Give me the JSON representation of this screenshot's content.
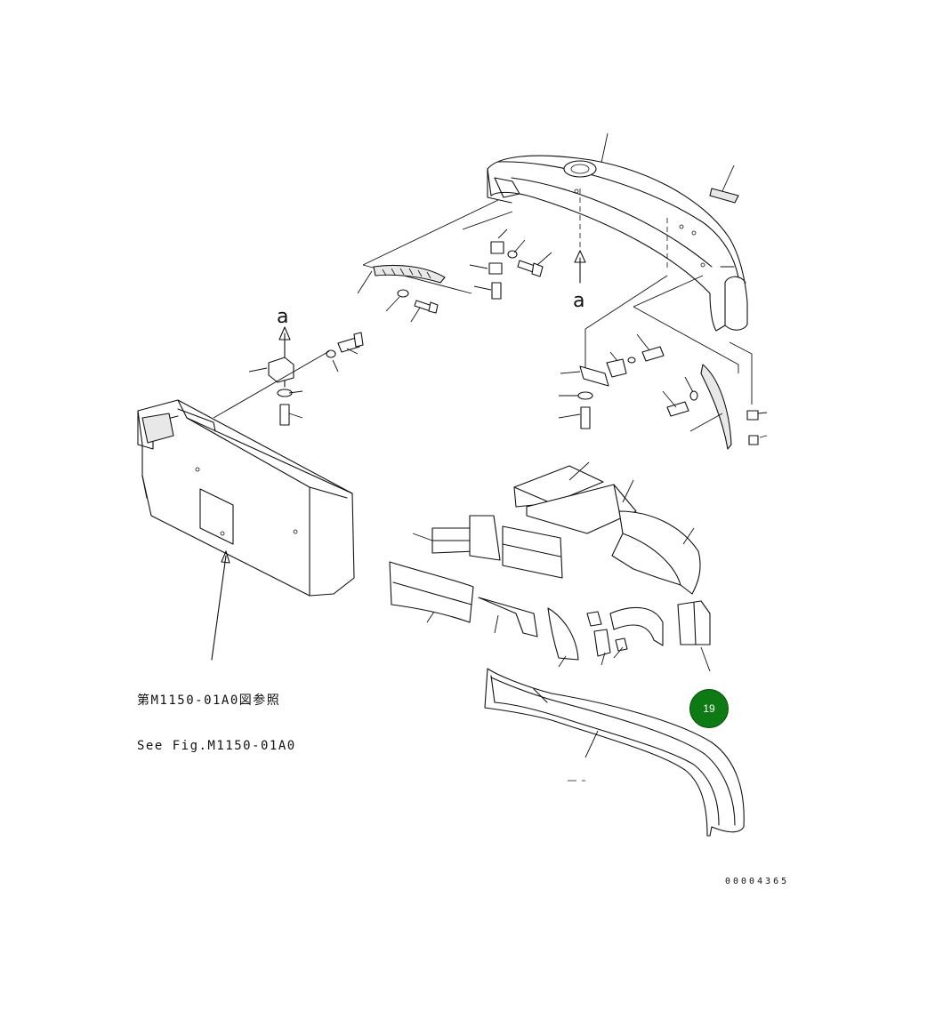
{
  "drawing": {
    "reference_note_jp": "第M1150-01A0図参照",
    "reference_note_en": "See Fig.M1150-01A0",
    "drawing_number": "00004365",
    "view_label": "a",
    "callout_number": "19"
  },
  "colors": {
    "callout_fill": "#0e7a14",
    "line": "#111111",
    "background": "#ffffff"
  }
}
